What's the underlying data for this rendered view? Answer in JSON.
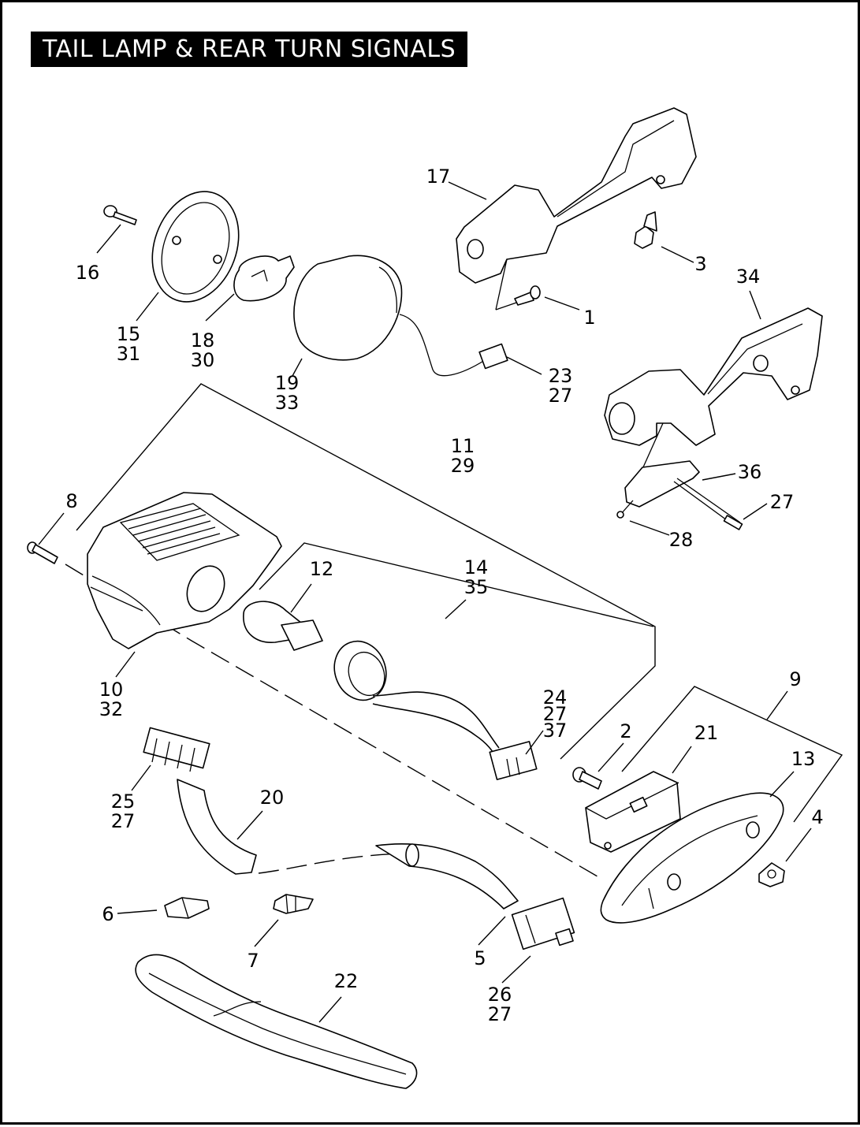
{
  "title": "TAIL LAMP & REAR TURN SIGNALS",
  "callouts": [
    {
      "id": "c1",
      "lines": [
        "1"
      ]
    },
    {
      "id": "c2",
      "lines": [
        "2"
      ]
    },
    {
      "id": "c3",
      "lines": [
        "3"
      ]
    },
    {
      "id": "c4",
      "lines": [
        "4"
      ]
    },
    {
      "id": "c5",
      "lines": [
        "5"
      ]
    },
    {
      "id": "c6",
      "lines": [
        "6"
      ]
    },
    {
      "id": "c7",
      "lines": [
        "7"
      ]
    },
    {
      "id": "c8",
      "lines": [
        "8"
      ]
    },
    {
      "id": "c9",
      "lines": [
        "9"
      ]
    },
    {
      "id": "c10",
      "lines": [
        "10",
        "32"
      ]
    },
    {
      "id": "c11",
      "lines": [
        "11",
        "29"
      ]
    },
    {
      "id": "c12",
      "lines": [
        "12"
      ]
    },
    {
      "id": "c13",
      "lines": [
        "13"
      ]
    },
    {
      "id": "c14",
      "lines": [
        "14",
        "35"
      ]
    },
    {
      "id": "c15",
      "lines": [
        "15",
        "31"
      ]
    },
    {
      "id": "c16",
      "lines": [
        "16"
      ]
    },
    {
      "id": "c17",
      "lines": [
        "17"
      ]
    },
    {
      "id": "c18",
      "lines": [
        "18",
        "30"
      ]
    },
    {
      "id": "c19",
      "lines": [
        "19",
        "33"
      ]
    },
    {
      "id": "c20",
      "lines": [
        "20"
      ]
    },
    {
      "id": "c21",
      "lines": [
        "21"
      ]
    },
    {
      "id": "c22",
      "lines": [
        "22"
      ]
    },
    {
      "id": "c23",
      "lines": [
        "23",
        "27"
      ]
    },
    {
      "id": "c24",
      "lines": [
        "24",
        "27",
        "37"
      ]
    },
    {
      "id": "c25",
      "lines": [
        "25",
        "27"
      ]
    },
    {
      "id": "c26",
      "lines": [
        "26",
        "27"
      ]
    },
    {
      "id": "c27",
      "lines": [
        "27"
      ]
    },
    {
      "id": "c28",
      "lines": [
        "28"
      ]
    },
    {
      "id": "c34",
      "lines": [
        "34"
      ]
    },
    {
      "id": "c36",
      "lines": [
        "36"
      ]
    }
  ]
}
